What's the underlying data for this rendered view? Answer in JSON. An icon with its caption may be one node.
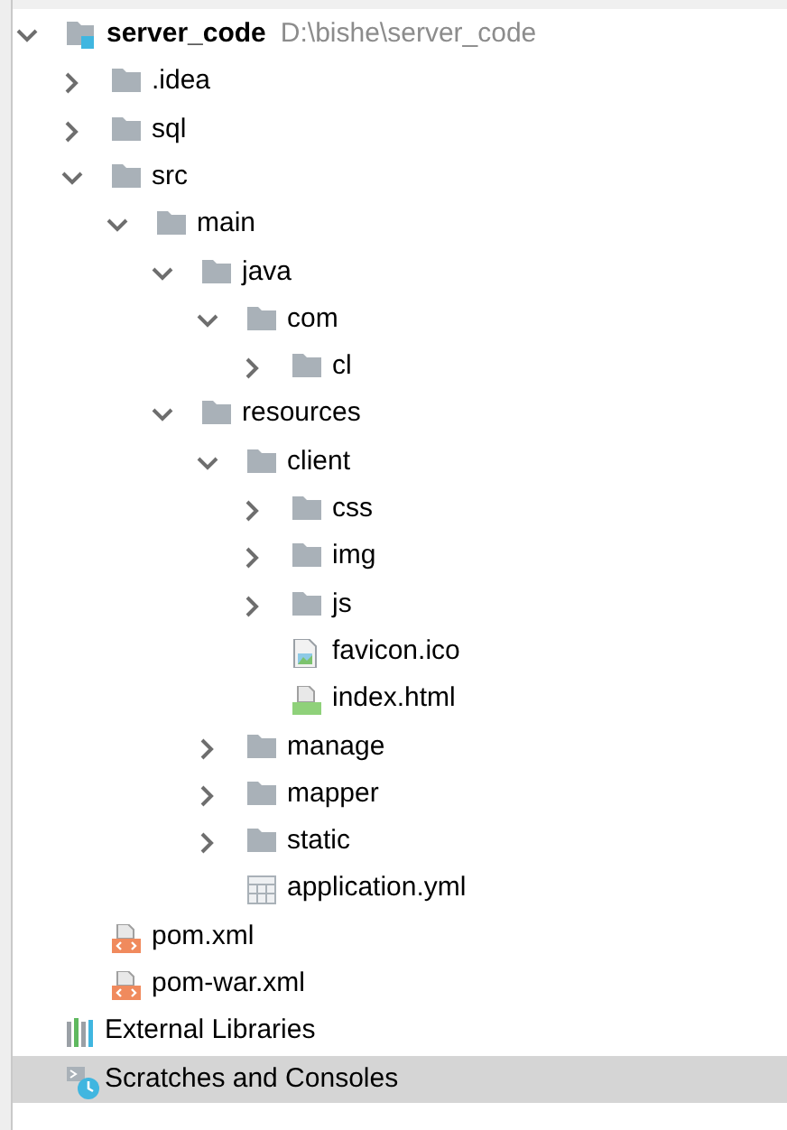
{
  "diagram": {
    "nodes": [
      {
        "text": [
          "server_code"
        ],
        "beside": [
          "D:\\bishe\\server_code"
        ]
      },
      {
        "text": [
          ".idea"
        ]
      },
      {
        "text": [
          "sql"
        ]
      },
      {
        "text": [
          "src"
        ]
      },
      {
        "text": [
          "main"
        ]
      },
      {
        "text": [
          "java"
        ]
      },
      {
        "text": [
          "com"
        ]
      },
      {
        "text": [
          "cl"
        ]
      },
      {
        "text": [
          "resources"
        ]
      },
      {
        "text": [
          "client"
        ]
      },
      {
        "text": [
          "css"
        ]
      },
      {
        "text": [
          "img"
        ]
      },
      {
        "text": [
          "js"
        ]
      },
      {
        "text": [
          "favicon.ico"
        ]
      },
      {
        "text": [
          "index.html"
        ]
      },
      {
        "text": [
          "manage"
        ]
      },
      {
        "text": [
          "mapper"
        ]
      },
      {
        "text": [
          "static"
        ]
      },
      {
        "text": [
          "application.yml"
        ]
      },
      {
        "text": [
          "pom.xml"
        ]
      },
      {
        "text": [
          "pom-war.xml"
        ]
      },
      {
        "text": [
          "External Libraries"
        ]
      },
      {
        "text": [
          "Scratches and Consoles"
        ]
      }
    ]
  }
}
